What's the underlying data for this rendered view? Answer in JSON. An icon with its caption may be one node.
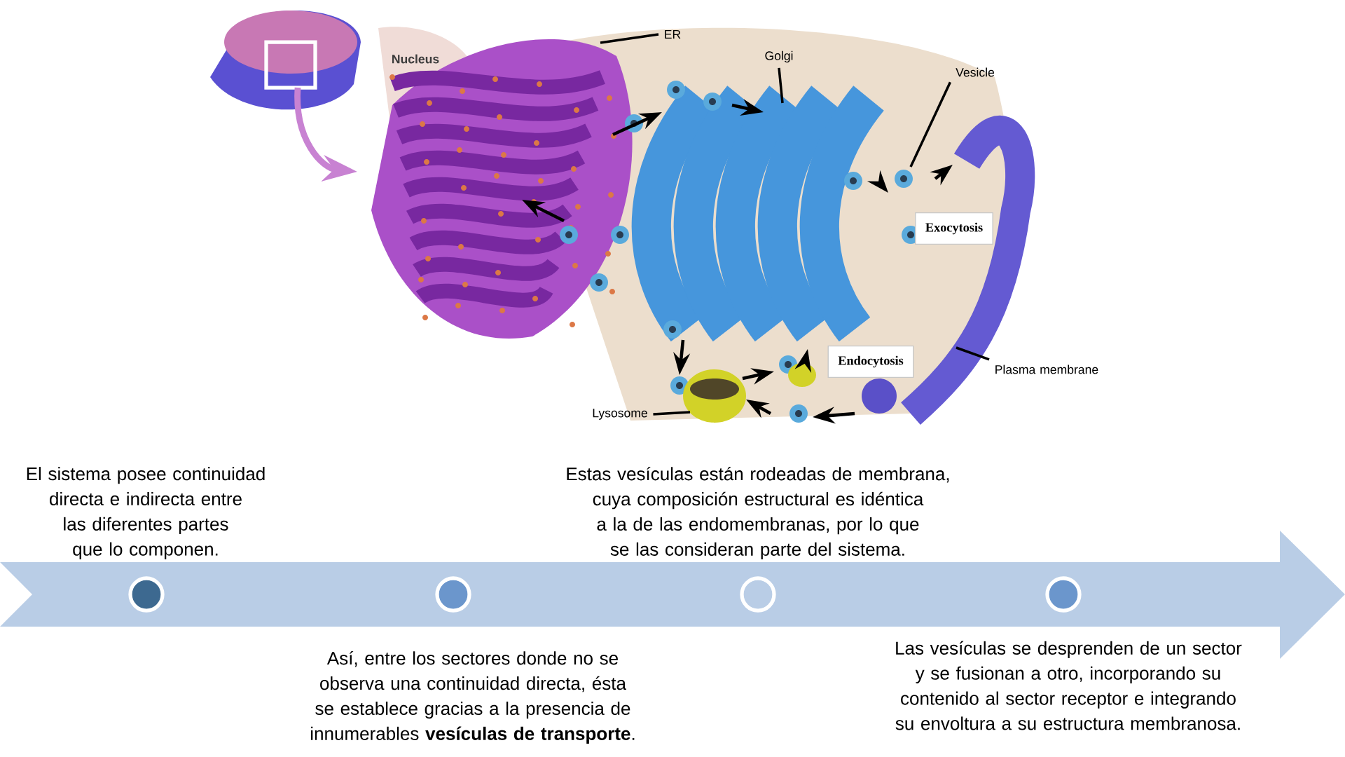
{
  "diagram": {
    "nodes": [
      {
        "text": [],
        "shape": "circle",
        "beside": [
          "El sistema posee continuidad directa e indirecta entre las diferentes partes que lo componen."
        ]
      },
      {
        "text": [],
        "shape": "circle",
        "beside": [
          "Así, entre los sectores donde no se observa una continuidad directa, ésta se establece gracias a la presencia de innumerables **vesículas de transporte**."
        ]
      },
      {
        "text": [],
        "shape": "circle",
        "beside": [
          "Estas vesículas están rodeadas de membrana, cuya composición estructural es idéntica a la de las endomembranas, por lo que se las consideran parte del sistema."
        ]
      },
      {
        "text": [],
        "shape": "circle",
        "beside": [
          "Las vesículas se desprenden de un sector y se fusionan a otro, incorporando su contenido al sector receptor e integrando su envoltura a su estructura membranosa."
        ]
      },
      {
        "text": [
          "ER"
        ]
      },
      {
        "text": [
          "Golgi"
        ]
      },
      {
        "text": [
          "Vesicle"
        ]
      },
      {
        "text": [
          "Exocytosis"
        ]
      },
      {
        "text": [
          "Endocytosis"
        ]
      },
      {
        "text": [
          "Plasma membrane"
        ]
      },
      {
        "text": [
          "Lysosome"
        ]
      }
    ],
    "edges": [
      {
        "from": 4,
        "to": null,
        "arrow": "none"
      },
      {
        "from": 5,
        "to": null,
        "arrow": "none"
      },
      {
        "from": 6,
        "to": null,
        "arrow": "none"
      },
      {
        "from": 9,
        "to": null,
        "arrow": "none"
      },
      {
        "from": 10,
        "to": null,
        "arrow": "none"
      }
    ],
    "labels": [
      "Nucleus"
    ]
  }
}
